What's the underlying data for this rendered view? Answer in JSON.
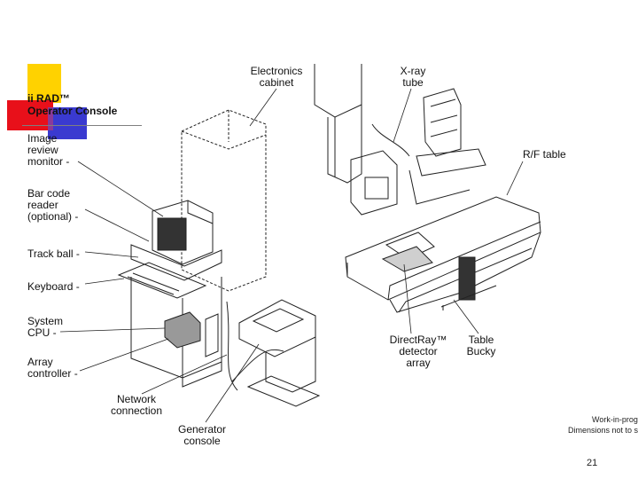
{
  "title": {
    "line1": "ii RAD™",
    "line2": "Operator Console"
  },
  "labels": {
    "electronics_cabinet": "Electronics\ncabinet",
    "xray_tube": "X-ray\ntube",
    "rf_table": "R/F table",
    "image_review_monitor": "Image\nreview\nmonitor -",
    "bar_code_reader": "Bar code\nreader\n(optional) -",
    "track_ball": "Track ball -",
    "keyboard": "Keyboard -",
    "system_cpu": "System\nCPU -",
    "array_controller": "Array\ncontroller -",
    "network_connection": "Network\nconnection",
    "generator_console": "Generator\nconsole",
    "directray_detector": "DirectRay™\ndetector\narray",
    "table_bucky": "Table\nBucky"
  },
  "footnote": {
    "line1": "Work-in-prog",
    "line2": "Dimensions not to s"
  },
  "page_number": "21",
  "colors": {
    "yellow": "#ffd200",
    "red": "#e8101a",
    "blue": "#3a3ad0",
    "rule": "#7f7f7f"
  }
}
